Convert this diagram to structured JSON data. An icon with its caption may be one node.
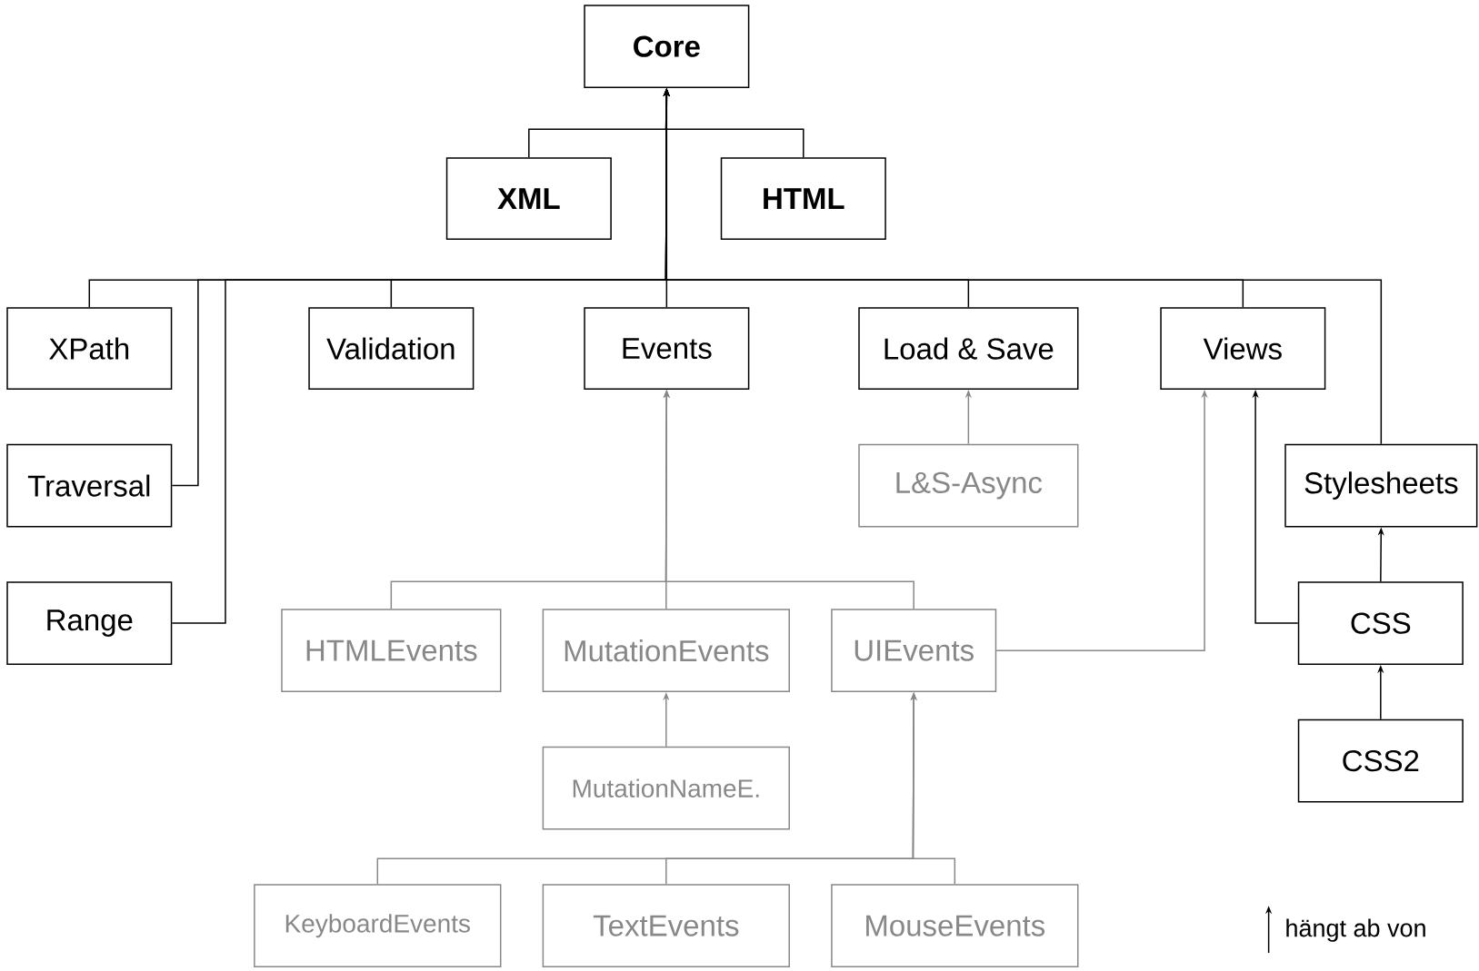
{
  "diagram": {
    "nodes": [
      {
        "text": [
          "Core"
        ]
      },
      {
        "text": [
          "XML"
        ]
      },
      {
        "text": [
          "HTML"
        ]
      },
      {
        "text": [
          "XPath"
        ]
      },
      {
        "text": [
          "Validation"
        ]
      },
      {
        "text": [
          "Events"
        ]
      },
      {
        "text": [
          "Load & Save"
        ]
      },
      {
        "text": [
          "Views"
        ]
      },
      {
        "text": [
          "Traversal"
        ]
      },
      {
        "text": [
          "L&S-Async"
        ]
      },
      {
        "text": [
          "Stylesheets"
        ]
      },
      {
        "text": [
          "Range"
        ]
      },
      {
        "text": [
          "HTMLEvents"
        ]
      },
      {
        "text": [
          "MutationEvents"
        ]
      },
      {
        "text": [
          "UIEvents"
        ]
      },
      {
        "text": [
          "CSS"
        ]
      },
      {
        "text": [
          "CSS2"
        ]
      },
      {
        "text": [
          "MutationNameE."
        ]
      },
      {
        "text": [
          "KeyboardEvents"
        ]
      },
      {
        "text": [
          "TextEvents"
        ]
      },
      {
        "text": [
          "MouseEvents"
        ]
      }
    ],
    "edges": [
      {
        "from": 1,
        "to": 0,
        "arrow": "to"
      },
      {
        "from": 2,
        "to": 0,
        "arrow": "to"
      },
      {
        "from": 3,
        "to": 0,
        "arrow": "to"
      },
      {
        "from": 8,
        "to": 0,
        "arrow": "to"
      },
      {
        "from": 11,
        "to": 0,
        "arrow": "to"
      },
      {
        "from": 4,
        "to": 0,
        "arrow": "to"
      },
      {
        "from": 5,
        "to": 0,
        "arrow": "to"
      },
      {
        "from": 6,
        "to": 0,
        "arrow": "to"
      },
      {
        "from": 7,
        "to": 0,
        "arrow": "to"
      },
      {
        "from": 10,
        "to": 0,
        "arrow": "to"
      },
      {
        "from": 9,
        "to": 6,
        "arrow": "to",
        "color": "#888888"
      },
      {
        "from": 12,
        "to": 5,
        "arrow": "to",
        "color": "#888888"
      },
      {
        "from": 13,
        "to": 5,
        "arrow": "to",
        "color": "#888888"
      },
      {
        "from": 14,
        "to": 5,
        "arrow": "to",
        "color": "#888888"
      },
      {
        "from": 14,
        "to": 7,
        "arrow": "to",
        "color": "#888888"
      },
      {
        "from": 17,
        "to": 13,
        "arrow": "to",
        "color": "#888888"
      },
      {
        "from": 18,
        "to": 14,
        "arrow": "to",
        "color": "#888888"
      },
      {
        "from": 19,
        "to": 14,
        "arrow": "to",
        "color": "#888888"
      },
      {
        "from": 20,
        "to": 14,
        "arrow": "to",
        "color": "#888888"
      },
      {
        "from": 15,
        "to": 7,
        "arrow": "to"
      },
      {
        "from": 15,
        "to": 10,
        "arrow": "to"
      },
      {
        "from": 16,
        "to": 15,
        "arrow": "to"
      }
    ],
    "legend": [
      {
        "text": "hängt ab von"
      }
    ]
  }
}
